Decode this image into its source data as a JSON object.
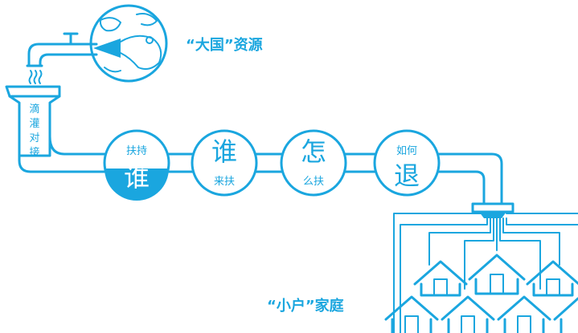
{
  "labels": {
    "resources": "“大国”资源",
    "households": "“小户”家庭"
  },
  "funnel_text": [
    "滴",
    "灌",
    "对",
    "接"
  ],
  "nodes": [
    {
      "small": "扶持",
      "big": "谁"
    },
    {
      "big": "谁",
      "small": "来扶"
    },
    {
      "big": "怎",
      "small": "么扶"
    },
    {
      "small": "如何",
      "big": "退"
    }
  ],
  "colors": {
    "accent": "#1aa6df",
    "background": "#ffffff"
  }
}
